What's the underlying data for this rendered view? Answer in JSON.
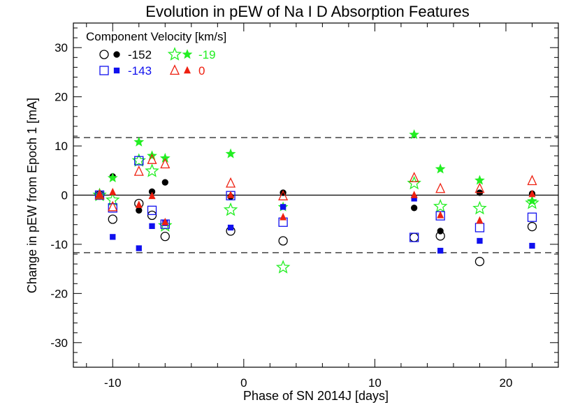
{
  "chart_data": {
    "type": "scatter",
    "title": "Evolution in pEW of Na I D Absorption Features",
    "xlabel": "Phase of SN 2014J [days]",
    "ylabel": "Change in pEW from Epoch 1 [mA]",
    "xlim": [
      -13,
      24
    ],
    "ylim": [
      -35,
      35
    ],
    "xticks": [
      -10,
      0,
      10,
      20
    ],
    "yticks": [
      -30,
      -20,
      -10,
      0,
      10,
      20,
      30
    ],
    "xtick_labels": [
      "-10",
      "0",
      "10",
      "20"
    ],
    "ytick_labels": [
      "-30",
      "-20",
      "-10",
      "0",
      "10",
      "20",
      "30"
    ],
    "zero_line": 0,
    "dashed_lines": [
      11.7,
      -11.7
    ],
    "legend_title": "Component Velocity [km/s]",
    "legend": [
      {
        "label": "-152",
        "color": "#000000",
        "open_marker": "circle",
        "filled_marker": "circle"
      },
      {
        "label": "-19",
        "color": "#22ee22",
        "open_marker": "star",
        "filled_marker": "star"
      },
      {
        "label": "-143",
        "color": "#1010ee",
        "open_marker": "square",
        "filled_marker": "square"
      },
      {
        "label": "0",
        "color": "#ee2010",
        "open_marker": "triangle",
        "filled_marker": "triangle"
      }
    ],
    "series": [
      {
        "name": "-152",
        "marker": "circle",
        "fill": "open",
        "color": "#000000",
        "points": [
          [
            -11,
            0
          ],
          [
            -10,
            -4.9
          ],
          [
            -8,
            -1.7
          ],
          [
            -7,
            -4.1
          ],
          [
            -6,
            -8.4
          ],
          [
            -1,
            -7.3
          ],
          [
            3,
            -9.3
          ],
          [
            13,
            -8.6
          ],
          [
            15,
            -8.3
          ],
          [
            18,
            -13.5
          ],
          [
            22,
            -6.4
          ]
        ]
      },
      {
        "name": "-152",
        "marker": "circle",
        "fill": "filled",
        "color": "#000000",
        "points": [
          [
            -11,
            0
          ],
          [
            -10,
            3.8
          ],
          [
            -8,
            -3.1
          ],
          [
            -7,
            0.7
          ],
          [
            -6,
            2.6
          ],
          [
            -1,
            -0.3
          ],
          [
            3,
            0.5
          ],
          [
            13,
            -2.6
          ],
          [
            15,
            -7.3
          ],
          [
            18,
            0.5
          ],
          [
            22,
            0.3
          ]
        ]
      },
      {
        "name": "-19",
        "marker": "star",
        "fill": "open",
        "color": "#22ee22",
        "points": [
          [
            -11,
            0
          ],
          [
            -10,
            -1
          ],
          [
            -8,
            7
          ],
          [
            -7,
            4.9
          ],
          [
            -6,
            -6.2
          ],
          [
            -1,
            -3
          ],
          [
            3,
            -14.7
          ],
          [
            13,
            2.4
          ],
          [
            15,
            -2.3
          ],
          [
            18,
            -2.7
          ],
          [
            22,
            -1.6
          ]
        ]
      },
      {
        "name": "-19",
        "marker": "star",
        "fill": "filled",
        "color": "#22ee22",
        "points": [
          [
            -11,
            0
          ],
          [
            -10,
            3.5
          ],
          [
            -8,
            10.8
          ],
          [
            -7,
            8
          ],
          [
            -6,
            7.5
          ],
          [
            -1,
            8.4
          ],
          [
            3,
            -2.4
          ],
          [
            13,
            12.3
          ],
          [
            15,
            5.3
          ],
          [
            18,
            3
          ],
          [
            22,
            -1.2
          ]
        ]
      },
      {
        "name": "-143",
        "marker": "square",
        "fill": "open",
        "color": "#1010ee",
        "points": [
          [
            -11,
            0
          ],
          [
            -10,
            -2.6
          ],
          [
            -8,
            7
          ],
          [
            -7,
            -3.1
          ],
          [
            -6,
            -5.9
          ],
          [
            -1,
            -0.1
          ],
          [
            3,
            -5.5
          ],
          [
            13,
            -8.6
          ],
          [
            15,
            -4.2
          ],
          [
            18,
            -6.6
          ],
          [
            22,
            -4.5
          ]
        ]
      },
      {
        "name": "-143",
        "marker": "square",
        "fill": "filled",
        "color": "#1010ee",
        "points": [
          [
            -11,
            0
          ],
          [
            -10,
            -8.5
          ],
          [
            -8,
            -10.8
          ],
          [
            -7,
            -6.3
          ],
          [
            -6,
            -5.7
          ],
          [
            -1,
            -6.6
          ],
          [
            3,
            -2.4
          ],
          [
            13,
            -0.7
          ],
          [
            15,
            -11.3
          ],
          [
            18,
            -9.3
          ],
          [
            22,
            -10.3
          ]
        ]
      },
      {
        "name": "0",
        "marker": "triangle",
        "fill": "open",
        "color": "#ee2010",
        "points": [
          [
            -11,
            0
          ],
          [
            -10,
            -2.4
          ],
          [
            -8,
            4.8
          ],
          [
            -7,
            7.2
          ],
          [
            -6,
            6.3
          ],
          [
            -1,
            2.4
          ],
          [
            3,
            -0.2
          ],
          [
            13,
            3.5
          ],
          [
            15,
            1.3
          ],
          [
            18,
            1.3
          ],
          [
            22,
            2.9
          ]
        ]
      },
      {
        "name": "0",
        "marker": "triangle",
        "fill": "filled",
        "color": "#ee2010",
        "points": [
          [
            -11,
            0
          ],
          [
            -10,
            0.6
          ],
          [
            -8,
            -2
          ],
          [
            -7,
            -0.2
          ],
          [
            -6,
            -5.5
          ],
          [
            -1,
            0
          ],
          [
            3,
            -4.5
          ],
          [
            13,
            0
          ],
          [
            15,
            -4.1
          ],
          [
            18,
            -5.2
          ],
          [
            22,
            0.2
          ]
        ]
      }
    ]
  }
}
